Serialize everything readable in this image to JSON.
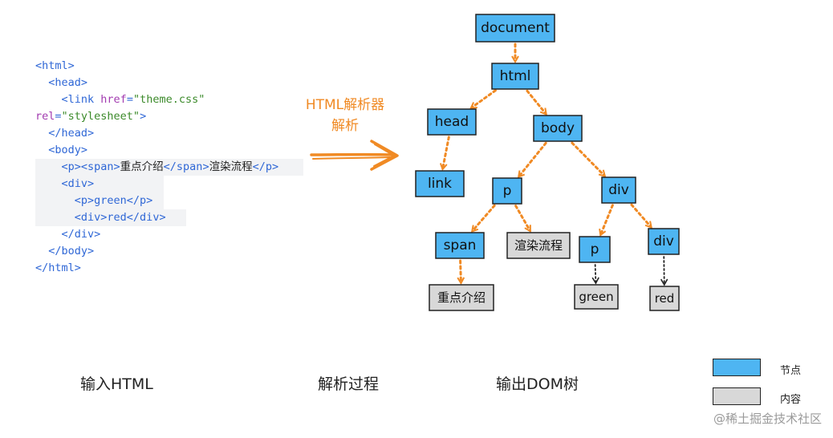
{
  "code_lines": [
    {
      "indent": "",
      "parts": [
        {
          "c": "tg",
          "t": "<html>"
        }
      ]
    },
    {
      "indent": "  ",
      "parts": [
        {
          "c": "tg",
          "t": "<head>"
        }
      ]
    },
    {
      "indent": "    ",
      "parts": [
        {
          "c": "tg",
          "t": "<link "
        },
        {
          "c": "at",
          "t": "href"
        },
        {
          "c": "tg",
          "t": "="
        },
        {
          "c": "st",
          "t": "\"theme.css\""
        }
      ]
    },
    {
      "indent": "",
      "parts": [
        {
          "c": "at",
          "t": "rel"
        },
        {
          "c": "tg",
          "t": "="
        },
        {
          "c": "st",
          "t": "\"stylesheet\""
        },
        {
          "c": "tg",
          "t": ">"
        }
      ]
    },
    {
      "indent": "  ",
      "parts": [
        {
          "c": "tg",
          "t": "</head>"
        }
      ]
    },
    {
      "indent": "  ",
      "parts": [
        {
          "c": "tg",
          "t": "<body>"
        }
      ]
    },
    {
      "indent": "    ",
      "parts": [
        {
          "c": "tg",
          "t": "<p><span>"
        },
        {
          "c": "tx",
          "t": "重点介绍"
        },
        {
          "c": "tg",
          "t": "</span>"
        },
        {
          "c": "tx",
          "t": "渲染流程"
        },
        {
          "c": "tg",
          "t": "</p>"
        }
      ]
    },
    {
      "indent": "    ",
      "parts": [
        {
          "c": "tg",
          "t": "<div>"
        }
      ]
    },
    {
      "indent": "      ",
      "parts": [
        {
          "c": "tg",
          "t": "<p>green</p>"
        }
      ]
    },
    {
      "indent": "      ",
      "parts": [
        {
          "c": "tg",
          "t": "<div>red</div>"
        }
      ]
    },
    {
      "indent": "    ",
      "parts": [
        {
          "c": "tg",
          "t": "</div>"
        }
      ]
    },
    {
      "indent": "  ",
      "parts": [
        {
          "c": "tg",
          "t": "</body>"
        }
      ]
    },
    {
      "indent": "",
      "parts": [
        {
          "c": "tg",
          "t": "</html>"
        }
      ]
    }
  ],
  "parse_label": {
    "line1": "HTML解析器",
    "line2": "解析"
  },
  "tree_nodes": [
    {
      "id": "document",
      "label": "document",
      "kind": "element"
    },
    {
      "id": "html",
      "label": "html",
      "kind": "element"
    },
    {
      "id": "head",
      "label": "head",
      "kind": "element"
    },
    {
      "id": "body",
      "label": "body",
      "kind": "element"
    },
    {
      "id": "link",
      "label": "link",
      "kind": "element"
    },
    {
      "id": "p1",
      "label": "p",
      "kind": "element"
    },
    {
      "id": "div1",
      "label": "div",
      "kind": "element"
    },
    {
      "id": "span",
      "label": "span",
      "kind": "element"
    },
    {
      "id": "text1",
      "label": "渲染流程",
      "kind": "content"
    },
    {
      "id": "p2",
      "label": "p",
      "kind": "element"
    },
    {
      "id": "div2",
      "label": "div",
      "kind": "element"
    },
    {
      "id": "text2",
      "label": "重点介绍",
      "kind": "content"
    },
    {
      "id": "green",
      "label": "green",
      "kind": "content"
    },
    {
      "id": "red",
      "label": "red",
      "kind": "content"
    }
  ],
  "tree_edges": [
    {
      "from": "document",
      "to": "html",
      "style": "orange"
    },
    {
      "from": "html",
      "to": "head",
      "style": "orange"
    },
    {
      "from": "html",
      "to": "body",
      "style": "orange"
    },
    {
      "from": "head",
      "to": "link",
      "style": "orange"
    },
    {
      "from": "body",
      "to": "p1",
      "style": "orange"
    },
    {
      "from": "body",
      "to": "div1",
      "style": "orange"
    },
    {
      "from": "p1",
      "to": "span",
      "style": "orange"
    },
    {
      "from": "p1",
      "to": "text1",
      "style": "orange"
    },
    {
      "from": "div1",
      "to": "p2",
      "style": "orange"
    },
    {
      "from": "div1",
      "to": "div2",
      "style": "orange"
    },
    {
      "from": "span",
      "to": "text2",
      "style": "orange"
    },
    {
      "from": "p2",
      "to": "green",
      "style": "black"
    },
    {
      "from": "div2",
      "to": "red",
      "style": "black"
    }
  ],
  "captions": {
    "input": "输入HTML",
    "process": "解析过程",
    "output": "输出DOM树"
  },
  "legend": {
    "node": {
      "label": "节点",
      "color": "#4eb5f2"
    },
    "content": {
      "label": "内容",
      "color": "#d8d8d8"
    }
  },
  "colors": {
    "element": "#4eb5f2",
    "content": "#d8d8d8",
    "arrow": "#f08a24"
  },
  "watermark": "@稀土掘金技术社区"
}
